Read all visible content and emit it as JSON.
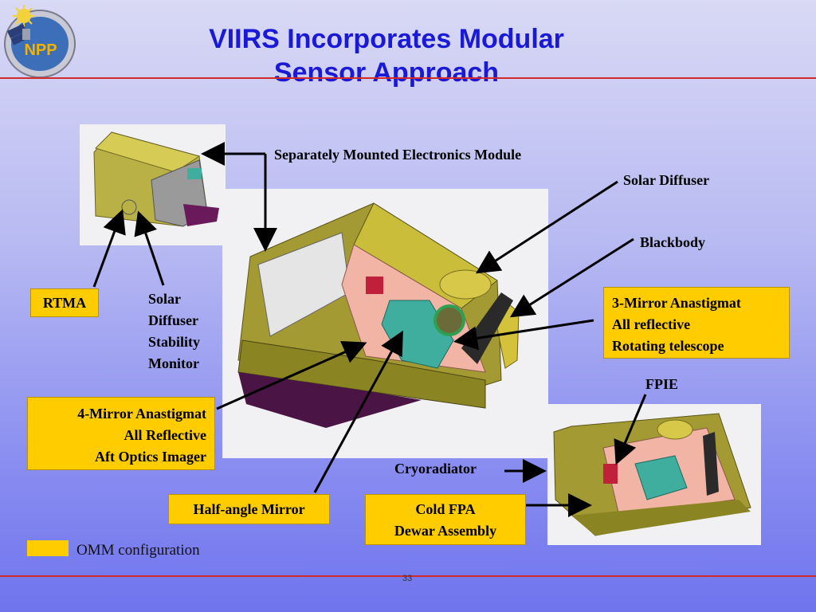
{
  "title": {
    "line1": "VIIRS Incorporates Modular",
    "line2": "Sensor Approach"
  },
  "logo": {
    "text": "NPP"
  },
  "labels": {
    "electronics_module": "Separately Mounted Electronics Module",
    "solar_diffuser": "Solar Diffuser",
    "blackbody": "Blackbody",
    "fpie": "FPIE",
    "cryoradiator": "Cryoradiator",
    "sdsm": [
      "Solar",
      "Diffuser",
      "Stability",
      "Monitor"
    ]
  },
  "boxes": {
    "rtma": "RTMA",
    "three_mirror": [
      "3-Mirror Anastigmat",
      "All reflective",
      "Rotating telescope"
    ],
    "four_mirror": [
      "4-Mirror Anastigmat",
      "All Reflective",
      "Aft Optics Imager"
    ],
    "half_angle": "Half-angle Mirror",
    "cold_fpa": [
      "Cold FPA",
      "Dewar Assembly"
    ]
  },
  "legend": {
    "text": "OMM configuration",
    "swatch_color": "#ffcc00"
  },
  "page_number": "33",
  "colors": {
    "title": "#1a1ad6",
    "rule": "#d42a2a",
    "box": "#ffcc00"
  }
}
